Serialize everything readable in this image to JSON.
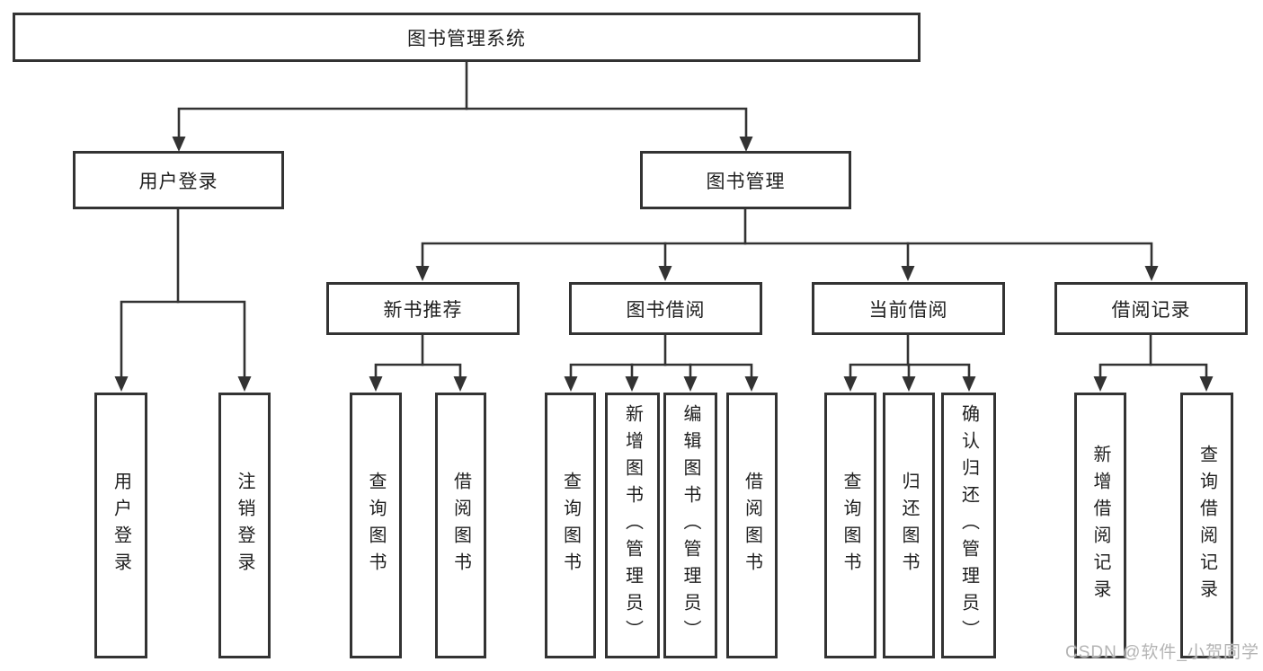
{
  "tree": {
    "root": {
      "label": "图书管理系统"
    },
    "branches": [
      {
        "label": "用户登录",
        "children": [
          "用户登录",
          "注销登录"
        ]
      },
      {
        "label": "图书管理",
        "sections": [
          {
            "label": "新书推荐",
            "children": [
              "查询图书",
              "借阅图书"
            ]
          },
          {
            "label": "图书借阅",
            "children": [
              "查询图书",
              "新增图书（管理员）",
              "编辑图书（管理员）",
              "借阅图书"
            ]
          },
          {
            "label": "当前借阅",
            "children": [
              "查询图书",
              "归还图书",
              "确认归还（管理员）"
            ]
          },
          {
            "label": "借阅记录",
            "children": [
              "新增借阅记录",
              "查询借阅记录"
            ]
          }
        ]
      }
    ]
  },
  "watermark": {
    "text": "CSDN @软件_小贺同学"
  },
  "colors": {
    "line": "#333333",
    "box_border": "#333333",
    "text": "#1f1f1f",
    "watermark": "#b4b4b4",
    "background": "#ffffff"
  }
}
